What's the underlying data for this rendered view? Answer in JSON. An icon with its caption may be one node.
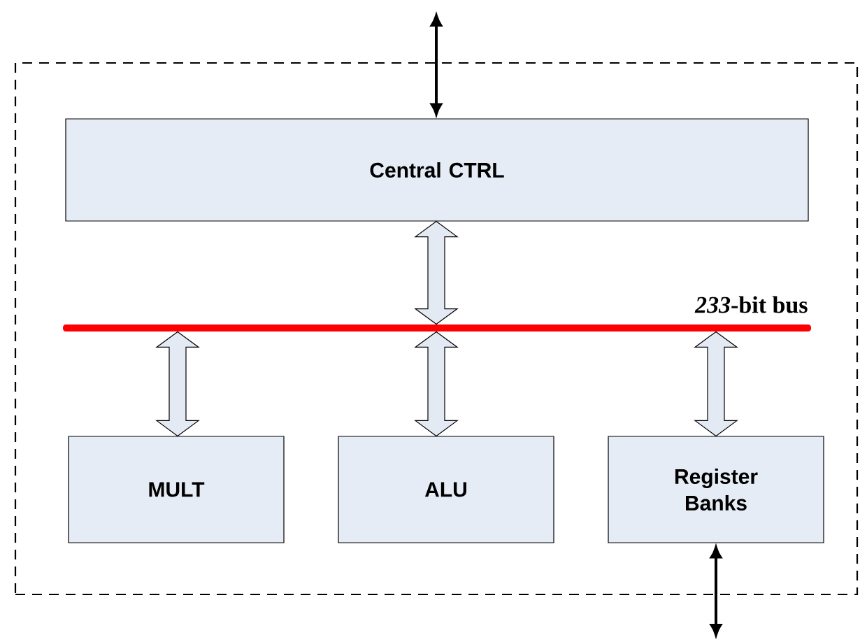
{
  "diagram": {
    "nodes": [
      {
        "text": [],
        "shape": "box"
      },
      {
        "text": [
          "Central CTRL"
        ],
        "in": 0
      },
      {
        "text": [
          "*233*-bit bus"
        ],
        "in": 0
      },
      {
        "text": [
          "MULT"
        ],
        "in": 0
      },
      {
        "text": [
          "ALU"
        ],
        "in": 0
      },
      {
        "text": [
          "Register Banks"
        ],
        "in": 0
      }
    ],
    "edges": [
      {
        "from": null,
        "to": 1,
        "arrow": "both"
      },
      {
        "from": 1,
        "to": 2,
        "arrow": "both",
        "style": "thick"
      },
      {
        "from": 2,
        "to": 3,
        "arrow": "both",
        "style": "thick"
      },
      {
        "from": 2,
        "to": 4,
        "arrow": "both",
        "style": "thick"
      },
      {
        "from": 2,
        "to": 5,
        "arrow": "both",
        "style": "thick"
      },
      {
        "from": 5,
        "to": null,
        "arrow": "both"
      }
    ]
  }
}
